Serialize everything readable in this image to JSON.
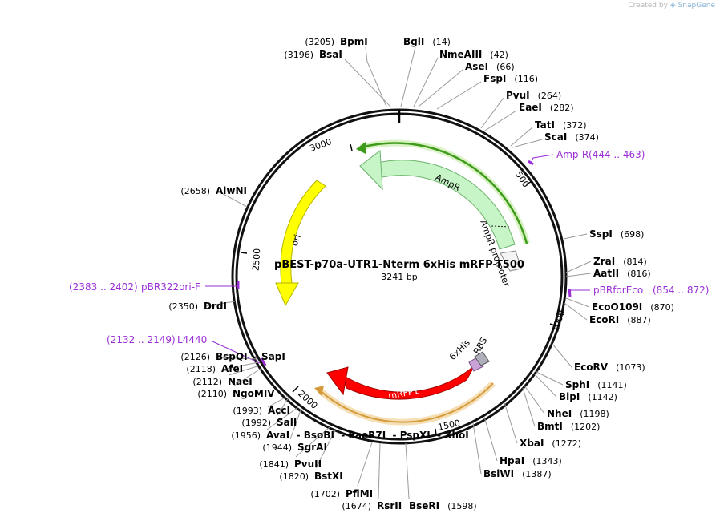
{
  "branding": {
    "created_by": "Created by",
    "app": "SnapGene"
  },
  "plasmid": {
    "name": "pBEST-p70a-UTR1-Nterm 6xHis mRFP-T500",
    "length_label": "3241 bp"
  },
  "ticks": [
    "3000",
    "500",
    "2500",
    "1000",
    "2000",
    "1500"
  ],
  "colors": {
    "ampr": "#c8f5c8",
    "ori": "#ffff00",
    "mrfp1": "#ff0000",
    "primer": "#9a2fd6",
    "amp_outline": "#3e9a1a",
    "mrfp_outline": "#d49a3a"
  },
  "features": {
    "ampr": "AmpR",
    "ampr_promoter": "AmpR promoter",
    "ori": "ori",
    "mrfp1": "mRFP1",
    "his": "6xHis",
    "rbs": "RBS"
  },
  "primers": [
    {
      "name": "Amp-R",
      "range": "(444 .. 463)"
    },
    {
      "name": "pBRforEco",
      "range": "(854 .. 872)"
    },
    {
      "name": "pBR322ori-F",
      "range": "(2383 .. 2402)"
    },
    {
      "name": "L4440",
      "range": "(2132 .. 2149)"
    }
  ],
  "sites": [
    {
      "id": "bpmi",
      "name": "BpmI",
      "pos": "(3205)"
    },
    {
      "id": "bsai",
      "name": "BsaI",
      "pos": "(3196)"
    },
    {
      "id": "bgli",
      "name": "BglI",
      "pos": "(14)"
    },
    {
      "id": "nmeaiii",
      "name": "NmeAIII",
      "pos": "(42)"
    },
    {
      "id": "asei",
      "name": "AseI",
      "pos": "(66)"
    },
    {
      "id": "fspi",
      "name": "FspI",
      "pos": "(116)"
    },
    {
      "id": "pvui",
      "name": "PvuI",
      "pos": "(264)"
    },
    {
      "id": "eaei",
      "name": "EaeI",
      "pos": "(282)"
    },
    {
      "id": "tati",
      "name": "TatI",
      "pos": "(372)"
    },
    {
      "id": "scai",
      "name": "ScaI",
      "pos": "(374)"
    },
    {
      "id": "sspi",
      "name": "SspI",
      "pos": "(698)"
    },
    {
      "id": "zrai",
      "name": "ZraI",
      "pos": "(814)"
    },
    {
      "id": "aatii",
      "name": "AatII",
      "pos": "(816)"
    },
    {
      "id": "ecoo109i",
      "name": "EcoO109I",
      "pos": "(870)"
    },
    {
      "id": "ecori",
      "name": "EcoRI",
      "pos": "(887)"
    },
    {
      "id": "ecorv",
      "name": "EcoRV",
      "pos": "(1073)"
    },
    {
      "id": "sphi",
      "name": "SphI",
      "pos": "(1141)"
    },
    {
      "id": "blpi",
      "name": "BlpI",
      "pos": "(1142)"
    },
    {
      "id": "nhei",
      "name": "NheI",
      "pos": "(1198)"
    },
    {
      "id": "bmti",
      "name": "BmtI",
      "pos": "(1202)"
    },
    {
      "id": "xbai",
      "name": "XbaI",
      "pos": "(1272)"
    },
    {
      "id": "hpai",
      "name": "HpaI",
      "pos": "(1343)"
    },
    {
      "id": "bsiwi",
      "name": "BsiWI",
      "pos": "(1387)"
    },
    {
      "id": "bseri",
      "name": "BseRI",
      "pos": "(1598)"
    },
    {
      "id": "rsrii",
      "name": "RsrII",
      "pos": "(1674)"
    },
    {
      "id": "pflmi",
      "name": "PflMI",
      "pos": "(1702)"
    },
    {
      "id": "bstxi",
      "name": "BstXI",
      "pos": "(1820)"
    },
    {
      "id": "pvuii",
      "name": "PvuII",
      "pos": "(1841)"
    },
    {
      "id": "sgrai",
      "name": "SgrAI",
      "pos": "(1944)"
    },
    {
      "id": "avaigroup",
      "name": "AvaI  - BsoBI  - PaeR7I  - PspXI  - XhoI",
      "pos": "(1956)"
    },
    {
      "id": "sali",
      "name": "SalI",
      "pos": "(1992)"
    },
    {
      "id": "acci",
      "name": "AccI",
      "pos": "(1993)"
    },
    {
      "id": "ngomiv",
      "name": "NgoMIV",
      "pos": "(2110)"
    },
    {
      "id": "naei",
      "name": "NaeI",
      "pos": "(2112)"
    },
    {
      "id": "afei",
      "name": "AfeI",
      "pos": "(2118)"
    },
    {
      "id": "bspqi",
      "name": "BspQI  - SapI",
      "pos": "(2126)"
    },
    {
      "id": "drdi",
      "name": "DrdI",
      "pos": "(2350)"
    },
    {
      "id": "alwni",
      "name": "AlwNI",
      "pos": "(2658)"
    }
  ]
}
